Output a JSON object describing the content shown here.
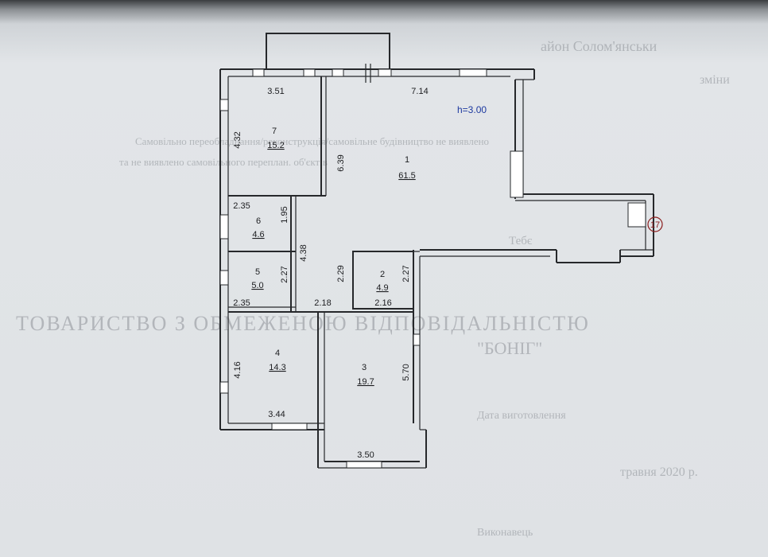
{
  "background_text": [
    "айон Солом'янськи",
    "зміни",
    "Самовільно переобладнання/реконструкція/самовільне будівництво не виявлено",
    "та не виявлено самовільного переплан. об'єктів",
    "Тебє",
    "ТОВАРИСТВО З ОБМЕЖЕНОЮ ВІДПОВІДАЛЬНІСТЮ",
    "\"БОНІГ\"",
    "Дата виготовлення",
    "травня 2020 р.",
    "Виконавець"
  ],
  "ceiling_height": "h=3.00",
  "marker": "17",
  "rooms": [
    {
      "num": "1",
      "area": "61.5"
    },
    {
      "num": "2",
      "area": "4.9"
    },
    {
      "num": "3",
      "area": "19.7"
    },
    {
      "num": "4",
      "area": "14.3"
    },
    {
      "num": "5",
      "area": "5.0"
    },
    {
      "num": "6",
      "area": "4.6"
    },
    {
      "num": "7",
      "area": "15.2"
    }
  ],
  "dimensions": {
    "d351": "3.51",
    "d714": "7.14",
    "d432": "4.32",
    "d639": "6.39",
    "d235a": "2.35",
    "d195": "1.95",
    "d438": "4.38",
    "d227a": "2.27",
    "d229": "2.29",
    "d227b": "2.27",
    "d235b": "2.35",
    "d218": "2.18",
    "d216": "2.16",
    "d416": "4.16",
    "d570": "5.70",
    "d344": "3.44",
    "d350": "3.50"
  }
}
